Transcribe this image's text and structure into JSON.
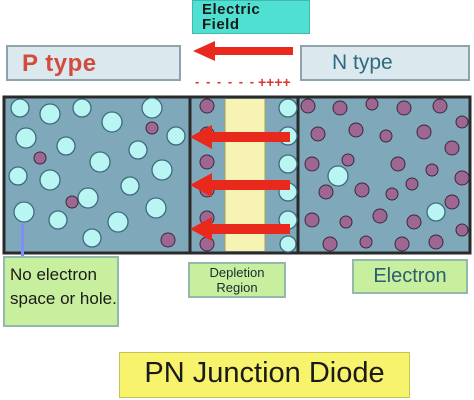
{
  "labels": {
    "electric_field": "Electric Field",
    "electric_field_line1": "Electric",
    "electric_field_line2": "Field",
    "p_type": "P type",
    "n_type": "N type",
    "minus_signs": "- - - - - -",
    "plus_signs": "++++",
    "depletion_line1": "Depletion",
    "depletion_line2": "Region",
    "electron": "Electron",
    "hole_line1": "No electron",
    "hole_line2": "space or hole.",
    "title": "PN Junction Diode"
  },
  "colors": {
    "p_region": "#7fa8bb",
    "n_region": "#7fa8bb",
    "depletion_center": "#f6f3b3",
    "hole": "#b9f5f3",
    "electron": "#9e6793",
    "arrow": "#e8291c",
    "field_box": "#4fe0d2",
    "callout": "#c7ef9e",
    "title_box": "#f7f36c"
  }
}
